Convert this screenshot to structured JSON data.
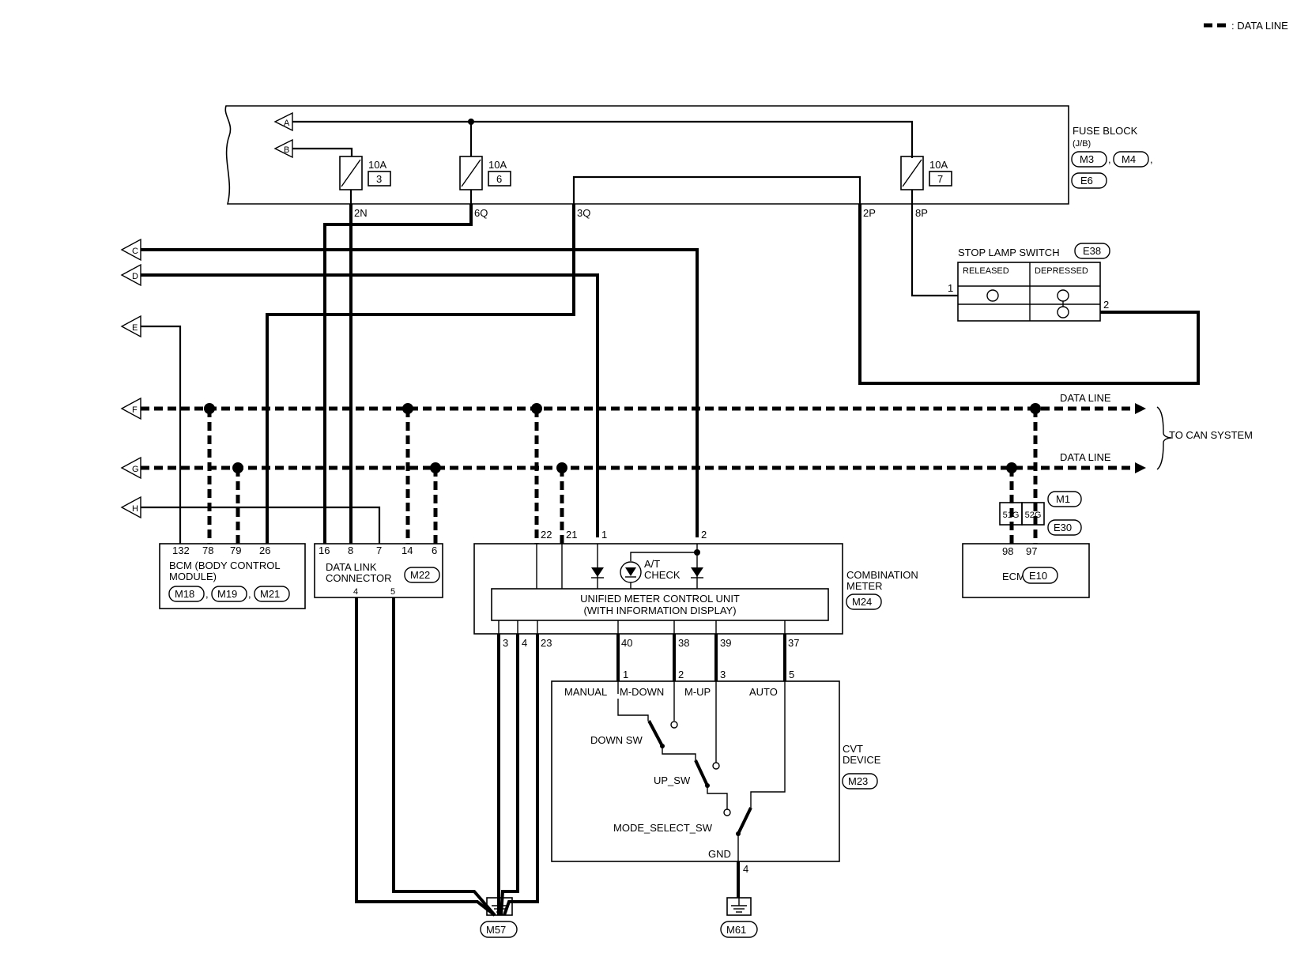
{
  "legend": {
    "label": ": DATA LINE"
  },
  "fuse_block": {
    "title": "FUSE BLOCK",
    "subtitle": "(J/B)",
    "connectors": [
      "M3",
      "M4",
      "E6"
    ],
    "fuses": [
      {
        "rating": "10A",
        "number": "3"
      },
      {
        "rating": "10A",
        "number": "6"
      },
      {
        "rating": "10A",
        "number": "7"
      }
    ],
    "terminals": [
      "2N",
      "6Q",
      "3Q",
      "2P",
      "8P"
    ]
  },
  "ref_arrows": [
    "A",
    "B",
    "C",
    "D",
    "E",
    "F",
    "G",
    "H"
  ],
  "stop_lamp_switch": {
    "title": "STOP LAMP SWITCH",
    "connector": "E38",
    "col_released": "RELEASED",
    "col_depressed": "DEPRESSED",
    "pin1": "1",
    "pin2": "2"
  },
  "data_lines": {
    "upper": "DATA LINE",
    "lower": "DATA LINE",
    "to_can": "TO CAN SYSTEM"
  },
  "bcm": {
    "title_line1": "BCM (BODY CONTROL",
    "title_line2": "MODULE)",
    "connectors": [
      "M18",
      "M19",
      "M21"
    ],
    "pins": [
      "132",
      "78",
      "79",
      "26"
    ]
  },
  "dlc": {
    "title_line1": "DATA LINK",
    "title_line2": "CONNECTOR",
    "connector": "M22",
    "pins_top": [
      "16",
      "8",
      "7",
      "14",
      "6"
    ],
    "pins_bottom": [
      "4",
      "5"
    ]
  },
  "combination_meter": {
    "title_line1": "COMBINATION",
    "title_line2": "METER",
    "connector": "M24",
    "unit_line1": "UNIFIED METER CONTROL UNIT",
    "unit_line2": "(WITH INFORMATION DISPLAY)",
    "lamp_line1": "A/T",
    "lamp_line2": "CHECK",
    "pins_top": [
      "22",
      "21",
      "1",
      "2"
    ],
    "pins_bottom": [
      "3",
      "4",
      "23",
      "40",
      "38",
      "39",
      "37"
    ]
  },
  "ecm": {
    "title": "ECM",
    "connector": "E10",
    "conn_pins": [
      "51G",
      "52G"
    ],
    "connectors_side": [
      "M1",
      "E30"
    ],
    "pins": [
      "98",
      "97"
    ]
  },
  "cvt_device": {
    "title_line1": "CVT",
    "title_line2": "DEVICE",
    "connector": "M23",
    "pins_top": [
      "1",
      "2",
      "3",
      "5"
    ],
    "labels": [
      "MANUAL",
      "M-DOWN",
      "M-UP",
      "AUTO"
    ],
    "switches": [
      "DOWN  SW",
      "UP_SW",
      "MODE_SELECT_SW"
    ],
    "gnd_label": "GND",
    "gnd_pin": "4"
  },
  "grounds": [
    "M57",
    "M61"
  ]
}
